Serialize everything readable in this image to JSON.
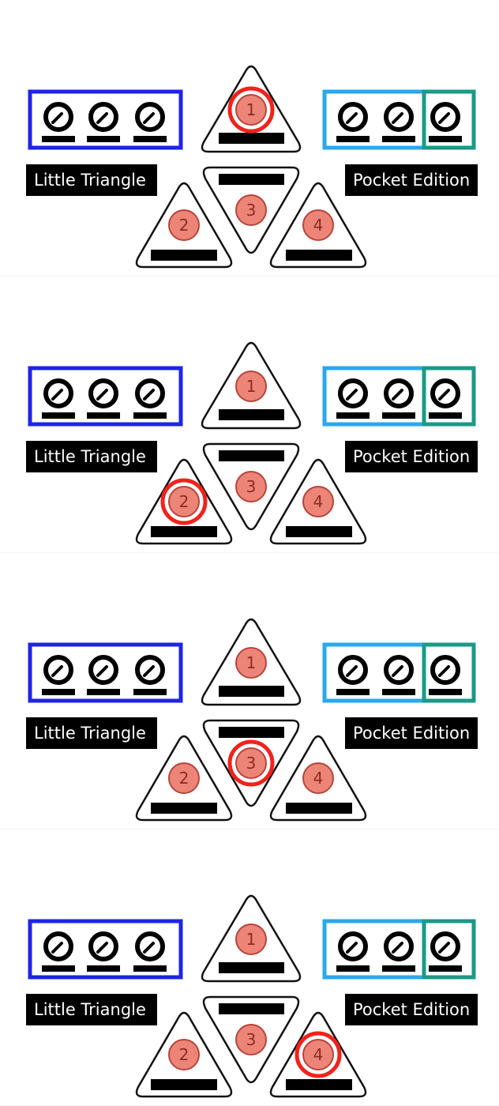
{
  "labels": {
    "left": "Little Triangle",
    "right": "Pocket Edition"
  },
  "pads": [
    "1",
    "2",
    "3",
    "4"
  ],
  "panels": [
    {
      "highlight": "1"
    },
    {
      "highlight": "2"
    },
    {
      "highlight": "3"
    },
    {
      "highlight": "4"
    }
  ],
  "colors": {
    "left_box": "#1f24e6",
    "right_box_main": "#29a8ee",
    "right_box_extra": "#1a9a86",
    "pad_fill": "#ec8577",
    "pad_stroke": "#b8443a",
    "pad_number": "#8c2b24",
    "highlight_ring": "#f2221b",
    "triangle_stroke": "#111111",
    "label_bg": "#000000",
    "label_text": "#ffffff"
  }
}
